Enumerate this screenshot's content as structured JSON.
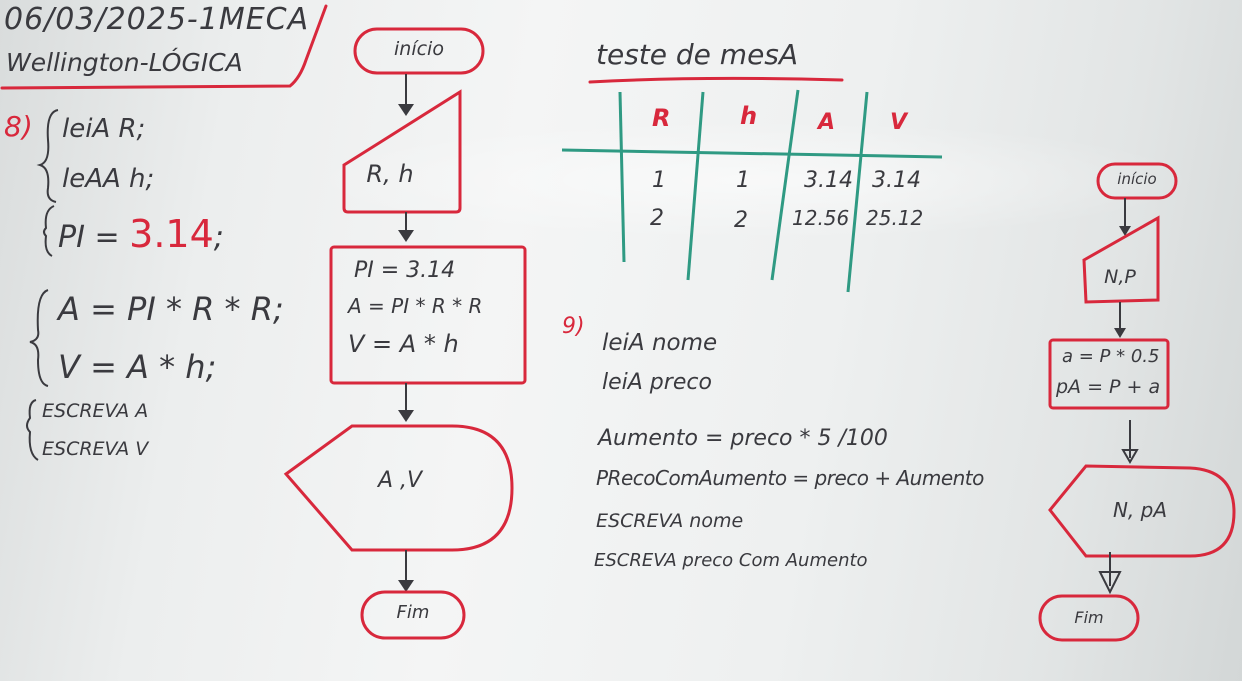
{
  "header": {
    "date_line": "06/03/2025-1MECA",
    "subject_line": "Wellington-LÓGICA"
  },
  "exercise8": {
    "number": "8)",
    "inputs": [
      "leiA R;",
      "leAA h;"
    ],
    "pi_prefix": "PI =",
    "pi_value": "3.14",
    "pi_suffix": ";",
    "formulas": [
      "A = PI * R * R;",
      "V = A * h;"
    ],
    "outputs": [
      "ESCREVA A",
      "ESCREVA V"
    ]
  },
  "flowchart1": {
    "start": "início",
    "input": "R, h",
    "process": [
      "PI = 3.14",
      "A = PI * R * R",
      "V = A * h"
    ],
    "output": "A ,V",
    "end": "Fim"
  },
  "desk_test": {
    "title": "teste de mesA",
    "headers": [
      "R",
      "h",
      "A",
      "V"
    ],
    "rows": [
      [
        "1",
        "1",
        "3.14",
        "3.14"
      ],
      [
        "2",
        "2",
        "12.56",
        "25.12"
      ]
    ]
  },
  "exercise9": {
    "number": "9)",
    "lines": [
      "leiA nome",
      "leiA preco",
      "Aumento = preco * 5 /100",
      "PRecoComAumento = preco + Aumento",
      "ESCREVA nome",
      "ESCREVA preco Com Aumento"
    ]
  },
  "flowchart2": {
    "start": "início",
    "input": "N,P",
    "process": [
      "a = P * 0.5",
      "pA = P + a"
    ],
    "output": "N, pA",
    "end": "Fim"
  },
  "colors": {
    "marker_red": "#d8283c",
    "marker_black": "#3a3a3f",
    "marker_green": "#2f9a83"
  }
}
